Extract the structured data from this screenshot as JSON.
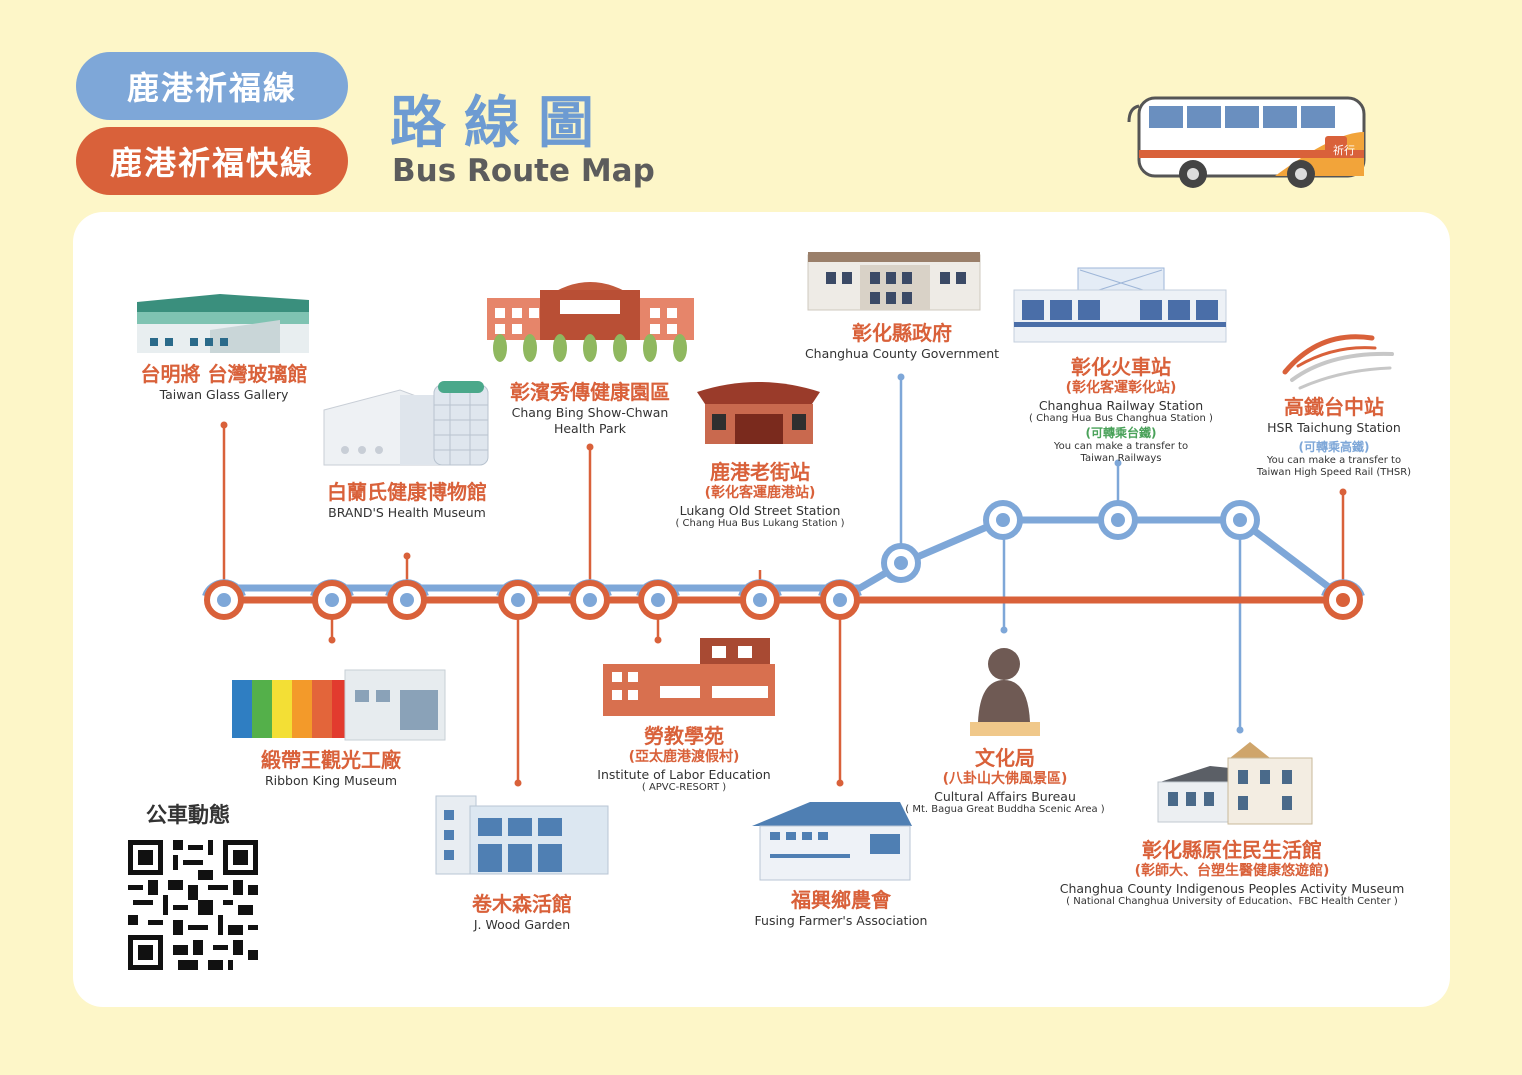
{
  "header": {
    "route_regular": "鹿港祈福線",
    "route_express": "鹿港祈福快線",
    "title_zh": "路線圖",
    "title_en": "Bus Route Map"
  },
  "colors": {
    "background": "#fdf6c8",
    "regular_line": "#7ea7d8",
    "express_line": "#d9613a",
    "panel": "#ffffff"
  },
  "stops": {
    "glass": {
      "zh": "台明將 台灣玻璃館",
      "en": "Taiwan Glass Gallery"
    },
    "ribbon": {
      "zh": "緞帶王觀光工廠",
      "en": "Ribbon King Museum"
    },
    "brands": {
      "zh": "白蘭氏健康博物館",
      "en": "BRAND'S Health Museum"
    },
    "wood": {
      "zh": "卷木森活館",
      "en": "J. Wood Garden"
    },
    "changbing": {
      "zh": "彰濱秀傳健康園區",
      "en1": "Chang Bing Show-Chwan",
      "en2": "Health Park"
    },
    "labor": {
      "zh": "勞教學苑",
      "sub": "(亞太鹿港渡假村)",
      "en": "Institute of Labor Education",
      "sm": "( APVC-RESORT )"
    },
    "lukang": {
      "zh": "鹿港老街站",
      "sub": "(彰化客運鹿港站)",
      "en": "Lukang Old Street Station",
      "sm": "( Chang Hua Bus Lukang Station )"
    },
    "fusing": {
      "zh": "福興鄉農會",
      "en": "Fusing Farmer's Association"
    },
    "county": {
      "zh": "彰化縣政府",
      "en": "Changhua County Government"
    },
    "culture": {
      "zh": "文化局",
      "sub": "(八卦山大佛風景區)",
      "en": "Cultural Affairs Bureau",
      "sm": "( Mt. Bagua Great Buddha Scenic Area )"
    },
    "railway": {
      "zh": "彰化火車站",
      "sub": "(彰化客運彰化站)",
      "en": "Changhua Railway Station",
      "sm": "( Chang Hua Bus Changhua Station )",
      "transfer_zh": "(可轉乘台鐵)",
      "transfer1": "You can make a transfer to",
      "transfer2": "Taiwan Railways"
    },
    "indigenous": {
      "zh": "彰化縣原住民生活館",
      "sub": "(彰師大、台塑生醫健康悠遊館)",
      "en": "Changhua County Indigenous Peoples Activity Museum",
      "sm": "( National Changhua University of Education、FBC Health Center )"
    },
    "hsr": {
      "zh": "高鐵台中站",
      "en": "HSR Taichung Station",
      "transfer_zh": "(可轉乘高鐵)",
      "transfer1": "You can make a transfer to",
      "transfer2": "Taiwan High Speed Rail (THSR)"
    }
  },
  "qr": {
    "title": "公車動態"
  },
  "bus": {
    "logo_text": "祈行"
  }
}
